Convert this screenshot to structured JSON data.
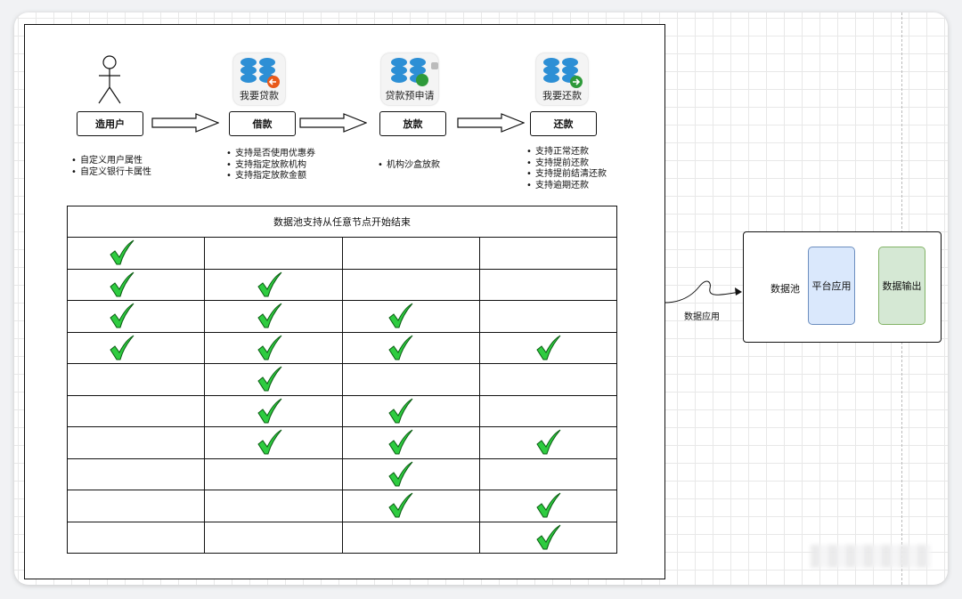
{
  "flow": {
    "steps": [
      {
        "label": "造用户"
      },
      {
        "label": "借款",
        "icon_label": "我要贷款"
      },
      {
        "label": "放款",
        "icon_label": "贷款预申请"
      },
      {
        "label": "还款",
        "icon_label": "我要还款"
      }
    ],
    "bullets": {
      "user": [
        "自定义用户属性",
        "自定义银行卡属性"
      ],
      "borrow": [
        "支持是否使用优惠券",
        "支持指定放款机构",
        "支持指定放款金额"
      ],
      "lend": [
        "机构沙盒放款"
      ],
      "repay": [
        "支持正常还款",
        "支持提前还款",
        "支持提前结清还款",
        "支持逾期还款"
      ]
    }
  },
  "table": {
    "title": "数据池支持从任意节点开始结束",
    "rows": [
      [
        true,
        false,
        false,
        false
      ],
      [
        true,
        true,
        false,
        false
      ],
      [
        true,
        true,
        true,
        false
      ],
      [
        true,
        true,
        true,
        true
      ],
      [
        false,
        true,
        false,
        false
      ],
      [
        false,
        true,
        true,
        false
      ],
      [
        false,
        true,
        true,
        true
      ],
      [
        false,
        false,
        true,
        false
      ],
      [
        false,
        false,
        true,
        true
      ],
      [
        false,
        false,
        false,
        true
      ]
    ]
  },
  "output": {
    "connector_label": "数据应用",
    "pool_label": "数据池",
    "apps": [
      {
        "label": "平台应用",
        "color": "#dae8fc",
        "border": "#6c8ebf"
      },
      {
        "label": "数据输出",
        "color": "#d5e8d4",
        "border": "#82b366"
      }
    ]
  },
  "colors": {
    "tick_fill": "#2ecc40",
    "tick_stroke": "#0a5c12",
    "db_blue": "#2d8fd5",
    "badge_orange": "#e8591a",
    "badge_green": "#2e9a3a"
  }
}
